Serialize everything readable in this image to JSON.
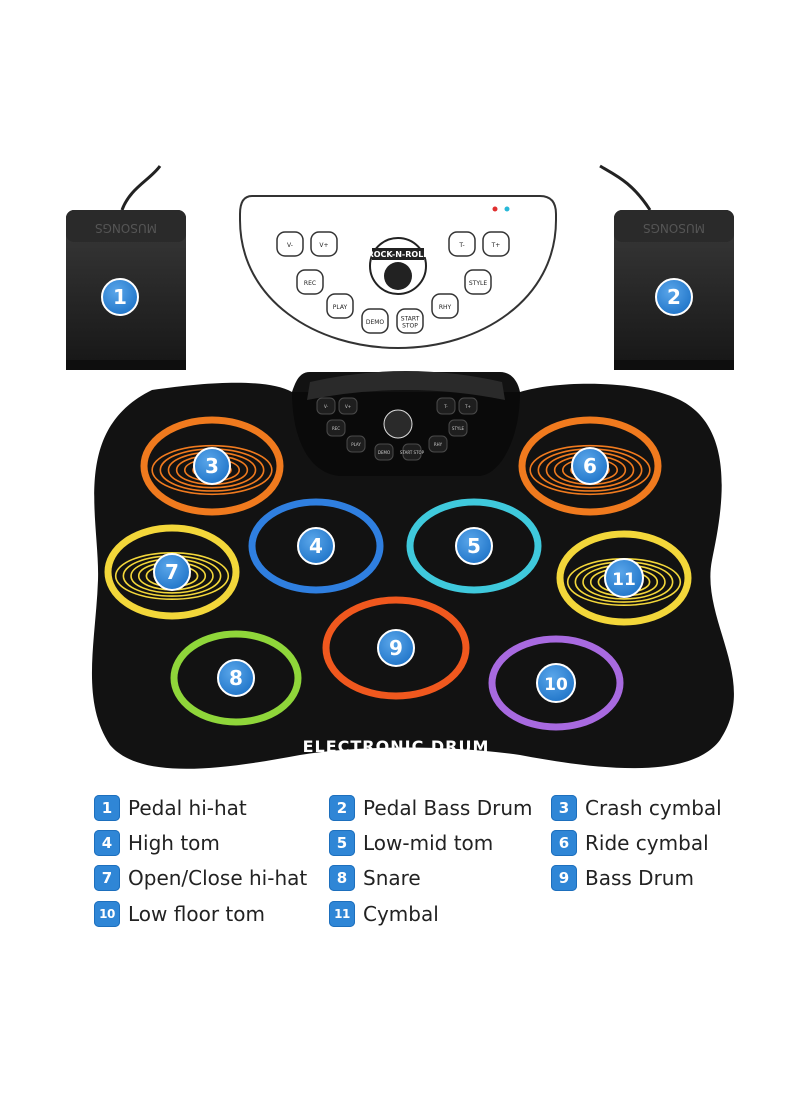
{
  "product": {
    "mat_label": "ELECTRONIC DRUM",
    "brand_text": "MUSONGS",
    "logo_text": "ROCK-N-ROLL"
  },
  "control_panel": {
    "buttons": [
      "V-",
      "V+",
      "REC",
      "PLAY",
      "DEMO",
      "START STOP",
      "RHY",
      "STYLE",
      "T-",
      "T+"
    ]
  },
  "pads": [
    {
      "number": "1",
      "color": "#2f86d6"
    },
    {
      "number": "2",
      "color": "#2f86d6"
    },
    {
      "number": "3",
      "color": "#f07a1e"
    },
    {
      "number": "4",
      "color": "#2f7fe0"
    },
    {
      "number": "5",
      "color": "#3fc9dc"
    },
    {
      "number": "6",
      "color": "#f07a1e"
    },
    {
      "number": "7",
      "color": "#f3d73a"
    },
    {
      "number": "8",
      "color": "#8fd63a"
    },
    {
      "number": "9",
      "color": "#f0581e"
    },
    {
      "number": "10",
      "color": "#a86ae0"
    },
    {
      "number": "11",
      "color": "#f3d73a"
    }
  ],
  "legend": [
    {
      "number": "1",
      "label": "Pedal hi-hat"
    },
    {
      "number": "2",
      "label": "Pedal Bass Drum"
    },
    {
      "number": "3",
      "label": "Crash cymbal"
    },
    {
      "number": "4",
      "label": "High tom"
    },
    {
      "number": "5",
      "label": "Low-mid tom"
    },
    {
      "number": "6",
      "label": "Ride cymbal"
    },
    {
      "number": "7",
      "label": "Open/Close hi-hat"
    },
    {
      "number": "8",
      "label": "Snare"
    },
    {
      "number": "9",
      "label": "Bass Drum"
    },
    {
      "number": "10",
      "label": "Low floor tom"
    },
    {
      "number": "11",
      "label": "Cymbal"
    }
  ]
}
